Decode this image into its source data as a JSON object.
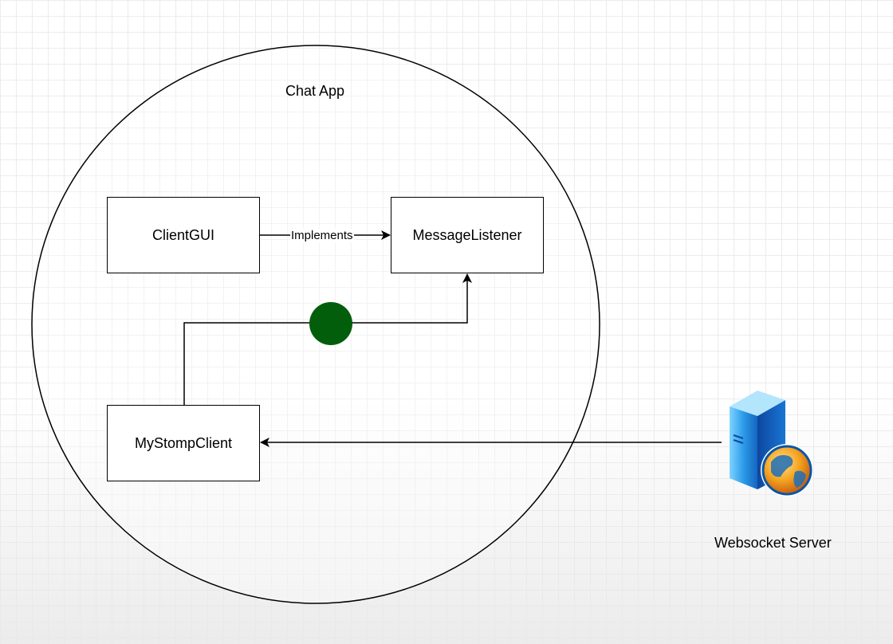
{
  "diagram": {
    "container": {
      "label": "Chat App"
    },
    "nodes": {
      "client_gui": "ClientGUI",
      "message_listener": "MessageListener",
      "my_stomp_client": "MyStompClient",
      "websocket_server": "Websocket Server"
    },
    "edges": [
      {
        "from": "ClientGUI",
        "to": "MessageListener",
        "label": "Implements"
      },
      {
        "from": "MyStompClient",
        "to": "MessageListener",
        "label": ""
      },
      {
        "from": "Websocket Server",
        "to": "MyStompClient",
        "label": ""
      }
    ]
  },
  "colors": {
    "stroke": "#000000",
    "marker": "#035E0C",
    "server_blue": "#1E88E5",
    "globe_orange": "#F39C12"
  },
  "icons": {
    "server": "web-server-icon"
  }
}
